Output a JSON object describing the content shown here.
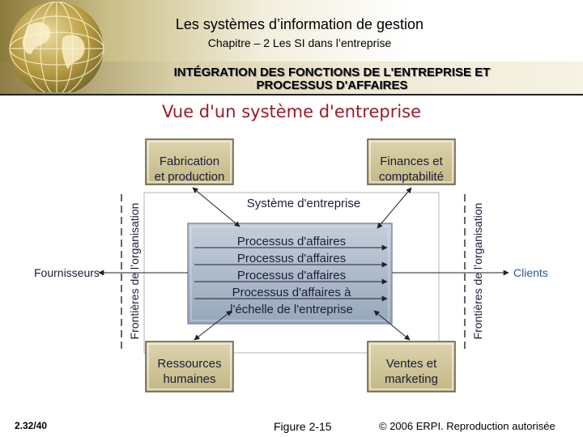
{
  "header": {
    "title": "Les systèmes d’information de gestion",
    "subtitle": "Chapitre – 2 Les SI dans l’entreprise",
    "section_line1": "INTÉGRATION DES FONCTIONS DE L'ENTREPRISE ET",
    "section_line2": "PROCESSUS D'AFFAIRES"
  },
  "diagram": {
    "title": "Vue d'un système d'entreprise",
    "boxes": {
      "top_left": [
        "Fabrication",
        "et production"
      ],
      "top_right": [
        "Finances et",
        "comptabilité"
      ],
      "bottom_left": [
        "Ressources",
        "humaines"
      ],
      "bottom_right": [
        "Ventes et",
        "marketing"
      ]
    },
    "center_label": "Système d'entreprise",
    "processes": [
      "Processus d'affaires",
      "Processus d'affaires",
      "Processus d'affaires",
      "Processus d'affaires à",
      "l'échelle de l'entreprise"
    ],
    "left_actor": "Fournisseurs",
    "right_actor": "Clients",
    "boundary_label": "Frontières de l’organisation"
  },
  "footer": {
    "slide_number": "2.32/40",
    "figure": "Figure 2-15",
    "copyright": "© 2006 ERPI. Reproduction autorisée"
  },
  "colors": {
    "box_fill": "#cfc49a",
    "center_fill": "#aebbcc",
    "title_red": "#9b1b2a",
    "client_blue": "#2d5a8a"
  }
}
